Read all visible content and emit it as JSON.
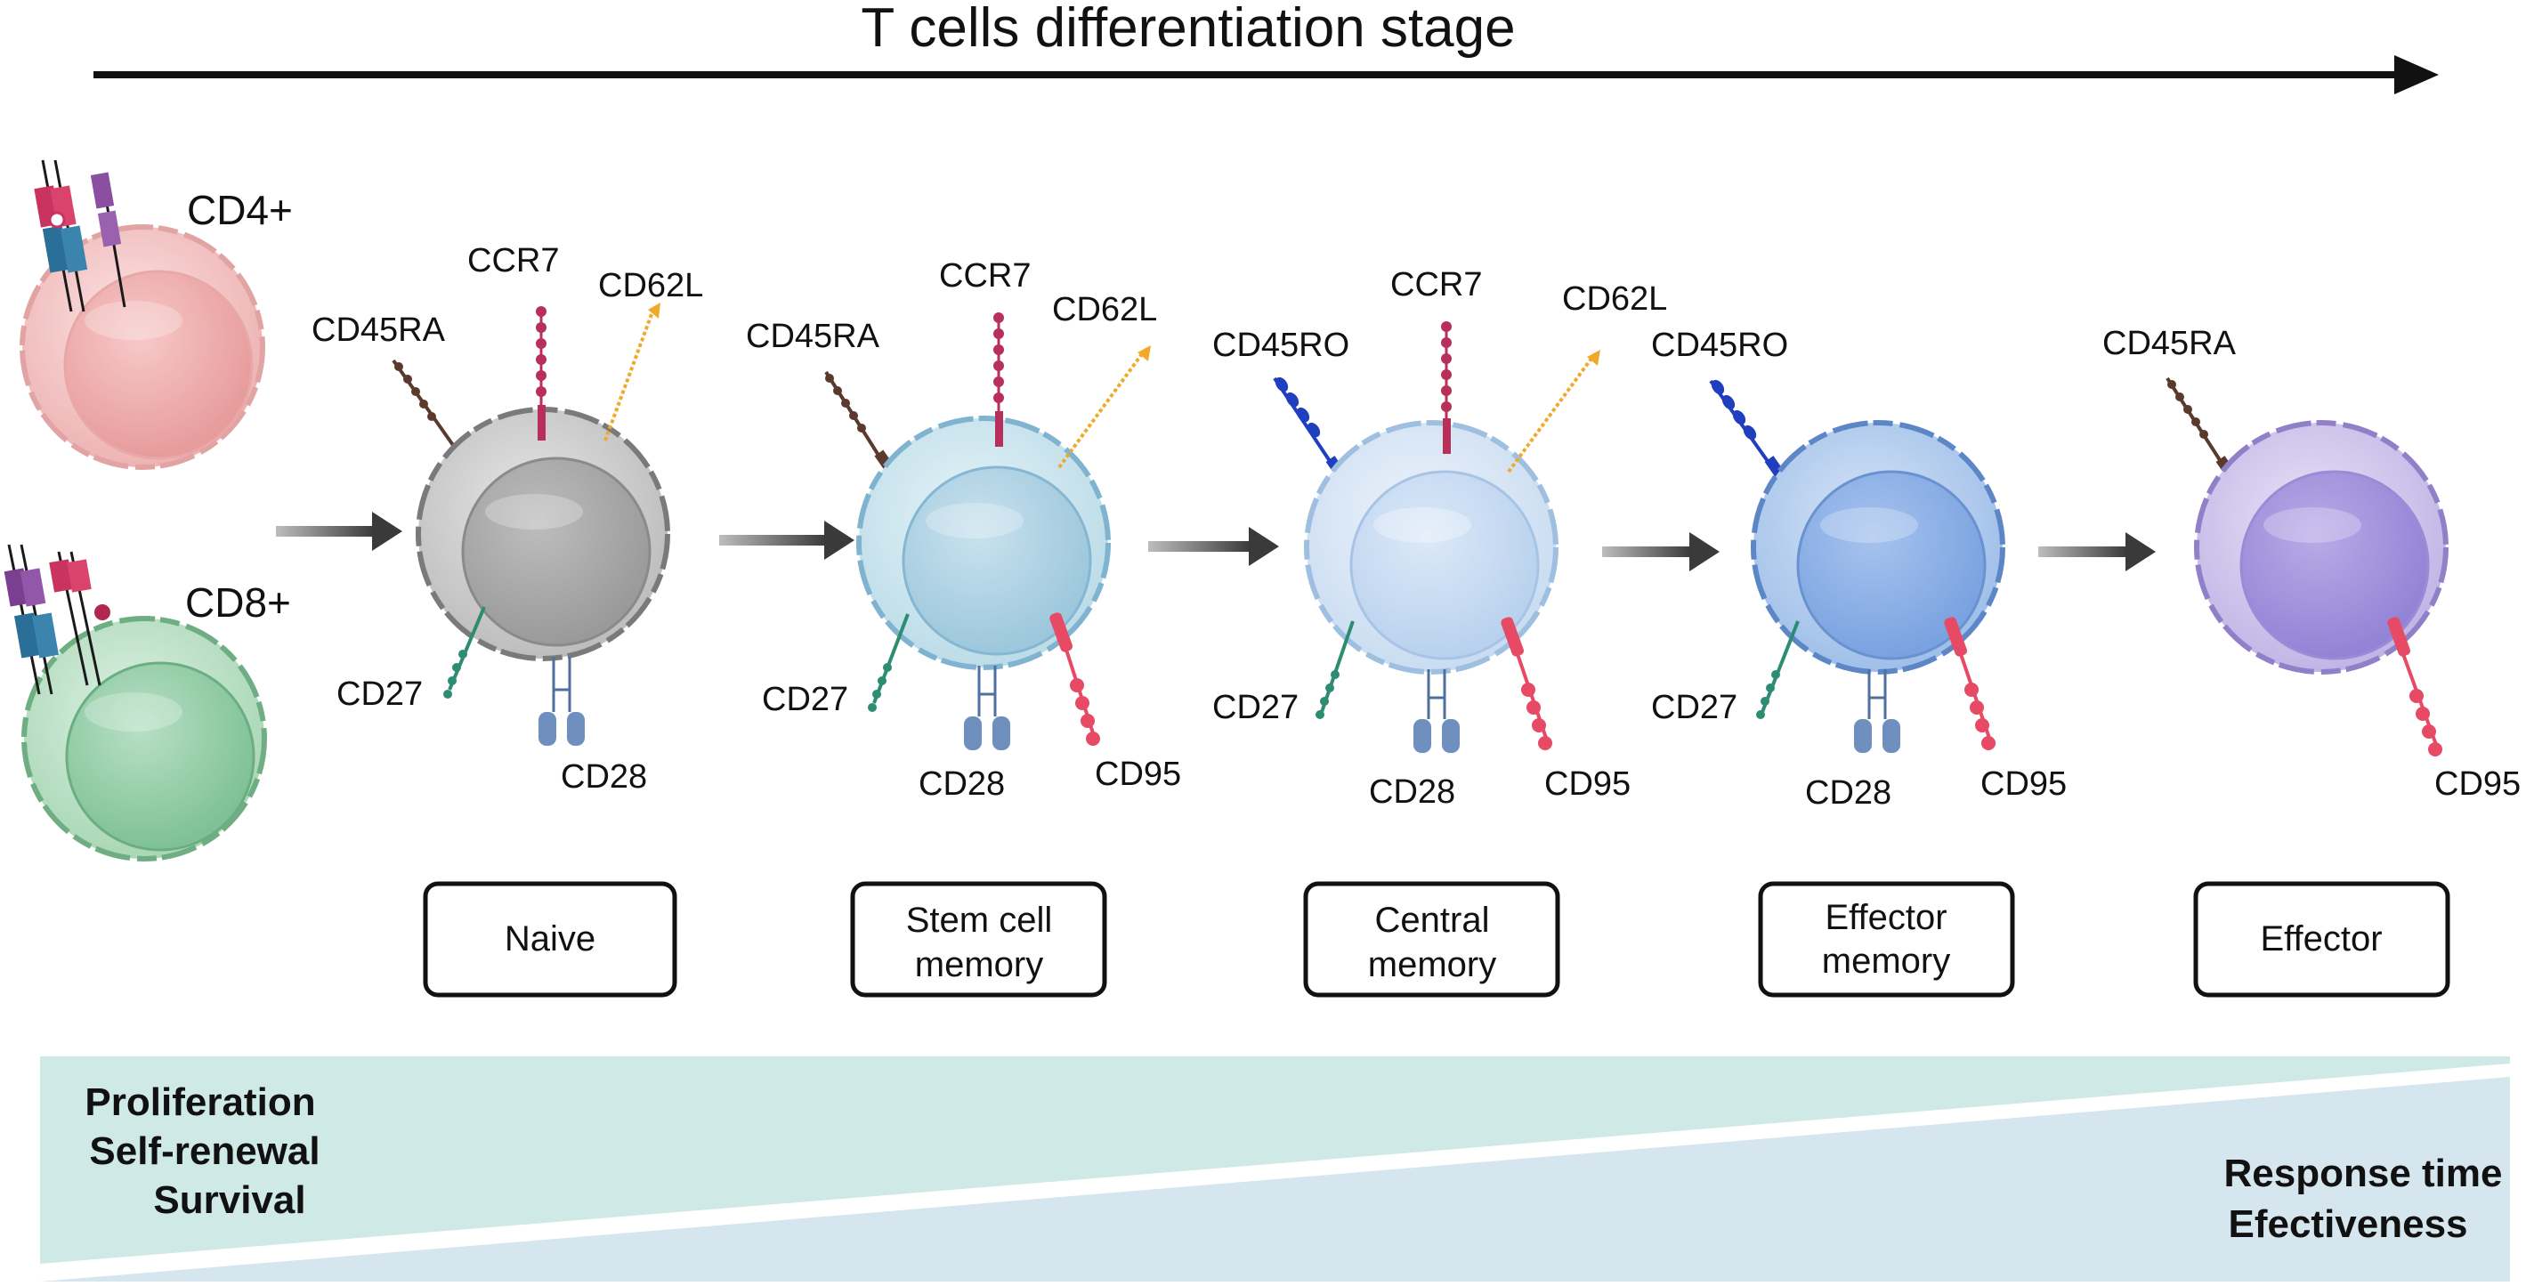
{
  "title": "T cells differentiation stage",
  "cd4_label": "CD4+",
  "cd8_label": "CD8+",
  "stages": [
    {
      "name_lines": [
        "Naive"
      ],
      "markers": {
        "ccr7": "CCR7",
        "cd62l": "CD62L",
        "cd45": "CD45RA",
        "cd27": "CD27",
        "cd28": "CD28"
      }
    },
    {
      "name_lines": [
        "Stem cell",
        "memory"
      ],
      "markers": {
        "ccr7": "CCR7",
        "cd62l": "CD62L",
        "cd45": "CD45RA",
        "cd27": "CD27",
        "cd28": "CD28",
        "cd95": "CD95"
      }
    },
    {
      "name_lines": [
        "Central",
        "memory"
      ],
      "markers": {
        "ccr7": "CCR7",
        "cd62l": "CD62L",
        "cd45": "CD45RO",
        "cd27": "CD27",
        "cd28": "CD28",
        "cd95": "CD95"
      }
    },
    {
      "name_lines": [
        "Effector",
        "memory"
      ],
      "markers": {
        "cd45": "CD45RO",
        "cd27": "CD27",
        "cd28": "CD28",
        "cd95": "CD95"
      }
    },
    {
      "name_lines": [
        "Effector"
      ],
      "markers": {
        "cd45": "CD45RA",
        "cd95": "CD95"
      }
    }
  ],
  "left_properties": [
    "Proliferation",
    "Self-renewal",
    "Survival"
  ],
  "right_properties": [
    "Response time",
    "Efectiveness"
  ],
  "colors": {
    "cd4_cell": "#f2c4c4",
    "cd8_cell": "#bfe0c8",
    "naive_cell": "#cfcfcf",
    "scm_cell": "#cfe6ef",
    "cm_cell": "#dbe9f7",
    "em_cell": "#b8cfee",
    "eff_cell": "#d4cbec",
    "ccr7": "#b6305a",
    "cd62l": "#f0a92a",
    "cd45ra": "#5b3a2e",
    "cd45ro": "#1f3fbf",
    "cd27": "#2e8c72",
    "cd28": "#6f8fbf",
    "cd95": "#e64a64",
    "wedge_top": "#cfe9e6",
    "wedge_bottom": "#d6e6ee"
  }
}
